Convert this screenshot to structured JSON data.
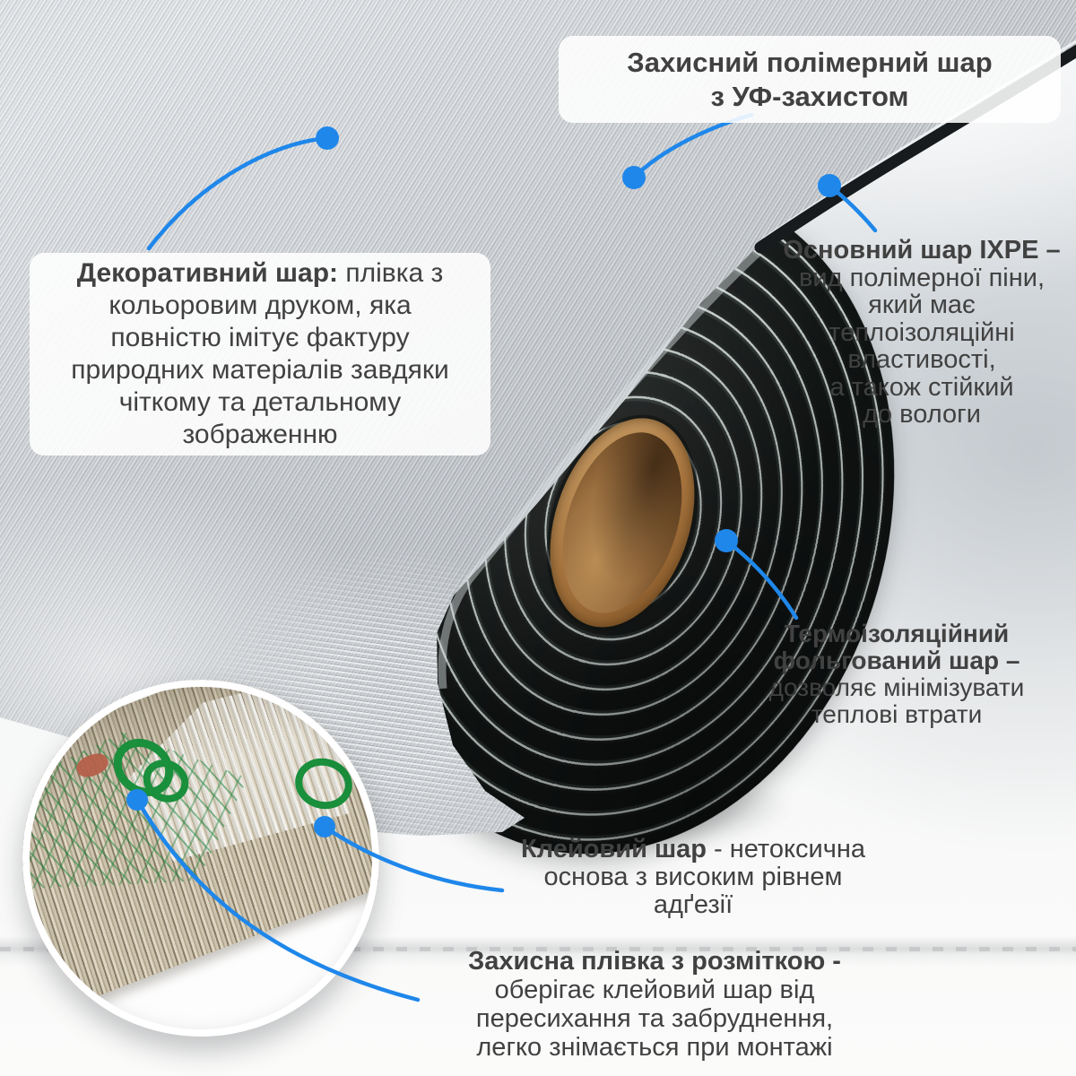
{
  "colors": {
    "accent_blue": "#1f87ea",
    "text": "#414141",
    "foam_black": "#15181a",
    "core_tan": "#aa7740",
    "green_mark": "#1a8f3c"
  },
  "callouts": {
    "protective": {
      "line1": "Захисний полімерний шар",
      "line2": "з УФ-захистом"
    },
    "decorative": {
      "bold": "Декоративний шар:",
      "bold_tail": " плівка з",
      "line2": "кольоровим друком, яка",
      "line3": "повністю імітує фактуру",
      "line4": "природних матеріалів завдяки",
      "line5": "чіткому та детальному",
      "line6": "зображенню"
    },
    "base": {
      "bold": "Основний шар IXPE –",
      "line2": "вид полімерної піни,",
      "line3": "який має",
      "line4": "теплоізоляційні",
      "line5": "властивості,",
      "line6": "а також стійкий",
      "line7": "до вологи"
    },
    "thermo": {
      "bold1": "Термоізоляційний",
      "bold2": "фольгований шар –",
      "line3": "дозволяє мінімізувати",
      "line4": "теплові втрати"
    },
    "adhesive": {
      "bold": "Клейовий шар",
      "bold_tail": " - нетоксична",
      "line2": "основа з високим рівнем",
      "line3": "адґезії"
    },
    "release_film": {
      "bold": "Захисна плівка з розміткою -",
      "line2": "оберігає клейовий шар від",
      "line3": "пересихання та забруднення,",
      "line4": "легко знімається при монтажі"
    }
  }
}
